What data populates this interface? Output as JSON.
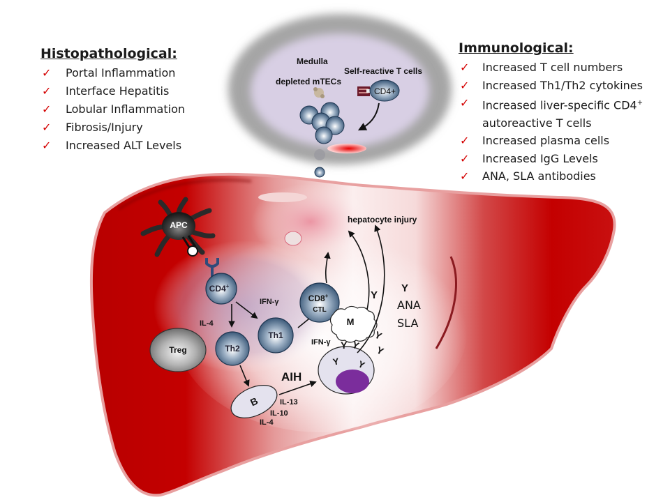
{
  "histopathological": {
    "title": "Histopathological:",
    "items": [
      "Portal Inflammation",
      "Interface Hepatitis",
      "Lobular Inflammation",
      "Fibrosis/Injury",
      "Increased ALT Levels"
    ]
  },
  "immunological": {
    "title": "Immunological:",
    "items": [
      {
        "text": "Increased T cell numbers"
      },
      {
        "text": "Increased Th1/Th2 cytokines"
      },
      {
        "text": "Increased liver-specific CD4",
        "sup": "+",
        "cont": "autoreactive T cells"
      },
      {
        "text": "Increased plasma cells"
      },
      {
        "text": "Increased IgG Levels"
      },
      {
        "text": "ANA, SLA antibodies"
      }
    ]
  },
  "check_mark": "✓",
  "thymus": {
    "medulla": "Medulla",
    "depleted": "depleted mTECs",
    "self_reactive": "Self-reactive T cells",
    "cd4": "CD4+"
  },
  "cells": {
    "apc": "APC",
    "cd4": "CD4",
    "cd4_sup": "+",
    "cd8": "CD8",
    "cd8_sup": "+",
    "ctl": "CTL",
    "th1": "Th1",
    "th2": "Th2",
    "treg": "Treg",
    "b": "B",
    "m": "M"
  },
  "labels": {
    "ifn_gamma_1": "IFN-γ",
    "ifn_gamma_2": "IFN-γ",
    "il4_top": "IL-4",
    "il13": "IL-13",
    "il10": "IL-10",
    "il4_bottom": "IL-4",
    "aih": "AIH",
    "hepatocyte_injury": "hepatocyte injury",
    "ana": "ANA",
    "sla": "SLA",
    "y": "Y"
  },
  "colors": {
    "liver_red": "#c00000",
    "check_red": "#d40000",
    "cell_blue": "#3d5a78",
    "plasma_nucleus": "#7b2d9c",
    "thymus_gray": "#9a9a9a",
    "medulla_lilac": "#d9d0e6"
  }
}
